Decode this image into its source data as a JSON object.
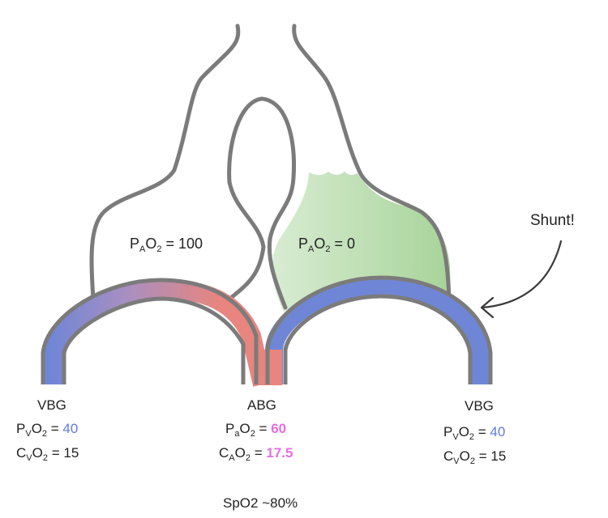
{
  "colors": {
    "outline": "#7b7b7b",
    "venous_blue": "#6f86d6",
    "arterial_red": "#e7857e",
    "mixed_purple": "#a98fc0",
    "alveolus_green": "#a6d398",
    "blue_value": "#5f7be0",
    "pink_value": "#e46ee2"
  },
  "left_alveolus": {
    "p": "P",
    "sub": "A",
    "o": "O",
    "two": "2",
    "value": " = 100"
  },
  "right_alveolus": {
    "p": "P",
    "sub": "A",
    "o": "O",
    "two": "2",
    "value": " = 0"
  },
  "shunt_label": "Shunt!",
  "left_vbg": {
    "title": "VBG",
    "line1": {
      "p": "P",
      "sub": "V",
      "o": "O",
      "two": "2",
      "eq": " = ",
      "value": "40"
    },
    "line2": {
      "p": "C",
      "sub": "V",
      "o": "O",
      "two": "2",
      "eq": " = ",
      "value": "15"
    }
  },
  "abg": {
    "title": "ABG",
    "line1": {
      "p": "P",
      "sub": "a",
      "o": "O",
      "two": "2",
      "eq": " = ",
      "value": "60"
    },
    "line2": {
      "p": "C",
      "sub": "A",
      "o": "O",
      "two": "2",
      "eq": " = ",
      "value": "17.5"
    }
  },
  "right_vbg": {
    "title": "VBG",
    "line1": {
      "p": "P",
      "sub": "V",
      "o": "O",
      "two": "2",
      "eq": " = ",
      "value": "40"
    },
    "line2": {
      "p": "C",
      "sub": "V",
      "o": "O",
      "two": "2",
      "eq": " = ",
      "value": "15"
    }
  },
  "spo2": "SpO2 ~80%"
}
